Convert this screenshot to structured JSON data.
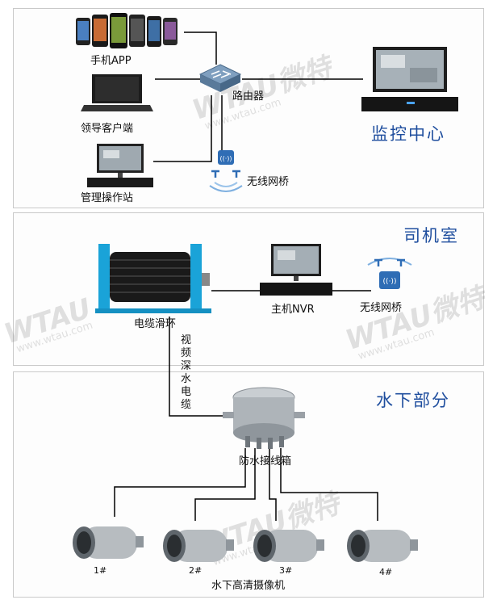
{
  "sections": {
    "monitor_center": "监控中心",
    "driver_room": "司机室",
    "underwater": "水下部分"
  },
  "devices": {
    "mobile_app": "手机APP",
    "router": "路由器",
    "leader_client": "领导客户端",
    "mgmt_station": "管理操作站",
    "wireless_bridge_top": "无线网桥",
    "cable_slip_ring": "电缆滑环",
    "host_nvr": "主机NVR",
    "wireless_bridge_mid": "无线网桥",
    "deep_water_cable": "视频深水电缆",
    "junction_box": "防水接线箱",
    "camera_group": "水下高清摄像机"
  },
  "cameras": [
    "1#",
    "2#",
    "3#",
    "4#"
  ],
  "watermark": {
    "brand": "WTAU",
    "brand_cn": "微特",
    "site": "www.wtau.com"
  },
  "colors": {
    "section_text": "#1f4e9e",
    "line": "#000000",
    "panel_border": "#c9c9c9"
  }
}
